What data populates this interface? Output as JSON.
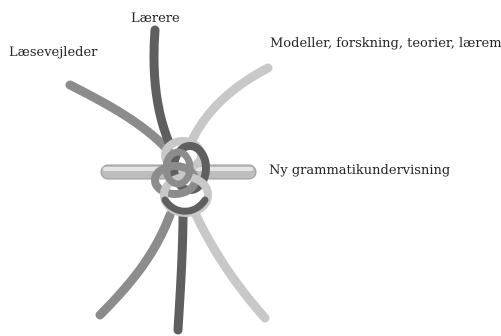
{
  "labels": {
    "laerere": "Lærere",
    "laesevejleder": "Læsevejleder",
    "modeller": "Modeller, forskning, teorier, læremidler",
    "grammatik": "Ny grammatikundervisning"
  },
  "colors": {
    "strand_dark": "#5f5f5f",
    "strand_medium": "#8c8c8c",
    "strand_light": "#c8c8c8",
    "rod": "#bdbdbd",
    "text": "#222222"
  }
}
